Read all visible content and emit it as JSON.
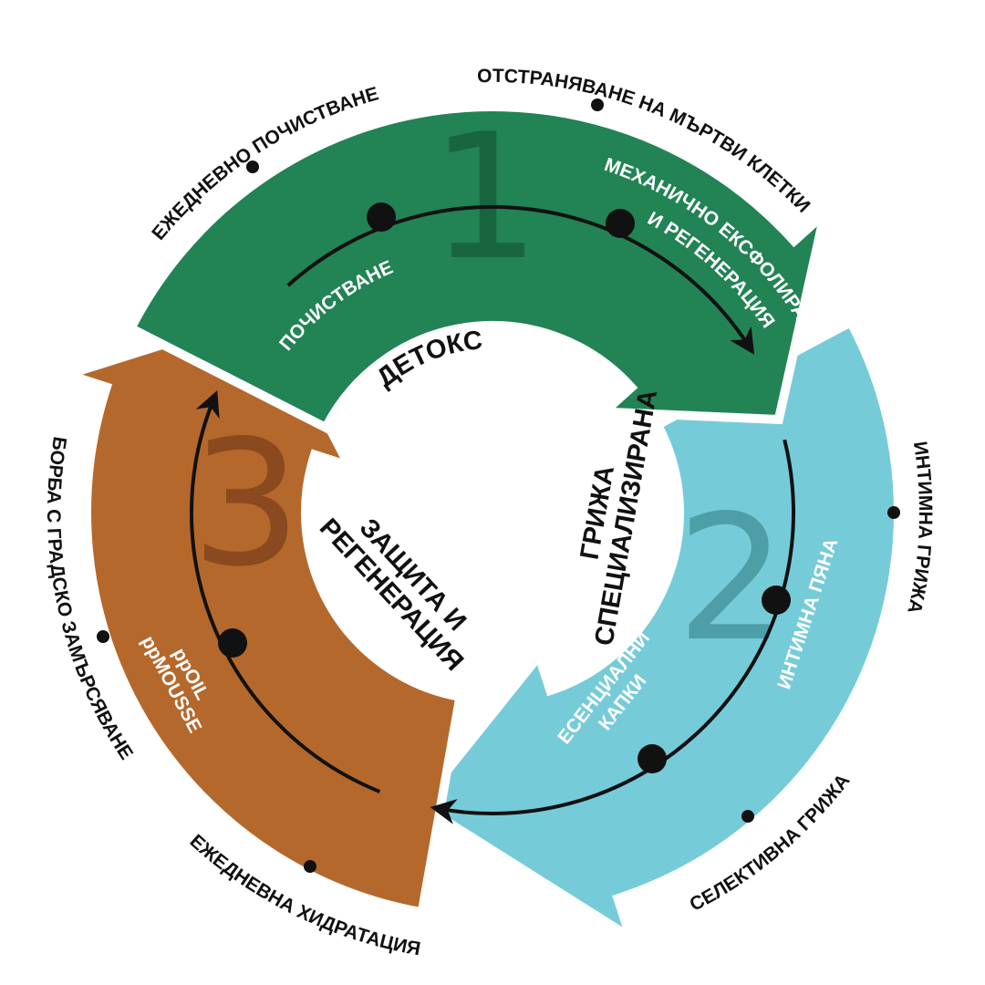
{
  "colors": {
    "stage1": "#228355",
    "stage2": "#76cbd9",
    "stage3": "#b5682b",
    "line": "#111111"
  },
  "stages": [
    {
      "number": "1",
      "title": "ДЕТОКС",
      "steps": [
        "ПОЧИСТВАНЕ",
        "МЕХАНИЧНО ЕКСФОЛИРАНЕ",
        "И РЕГЕНЕРАЦИЯ"
      ]
    },
    {
      "number": "2",
      "title_lines": [
        "ГРИЖА",
        "СПЕЦИАЛИЗИРАНА"
      ],
      "steps": [
        "ИНТИМНА ПЯНА",
        "ЕСЕНЦИАЛНИ",
        "КАПКИ"
      ]
    },
    {
      "number": "3",
      "title_lines": [
        "ЗАЩИТА И",
        "РЕГЕНЕРАЦИЯ"
      ],
      "steps": [
        "ppOIL",
        "ppMOUSSE"
      ]
    }
  ],
  "outer_labels": {
    "daily_cleansing": "ЕЖЕДНЕВНО ПОЧИСТВАНЕ",
    "dead_cells": "ОТСТРАНЯВАНЕ НА МЪРТВИ КЛЕТКИ",
    "intimate_care": "ИНТИМНА ГРИЖА",
    "selective_care": "СЕЛЕКТИВНА ГРИЖА",
    "daily_hydration": "ЕЖЕДНЕВНА ХИДРАТАЦИЯ",
    "urban_pollution": "БОРБА С ГРАДСКО ЗАМЪРСЯВАНЕ"
  }
}
